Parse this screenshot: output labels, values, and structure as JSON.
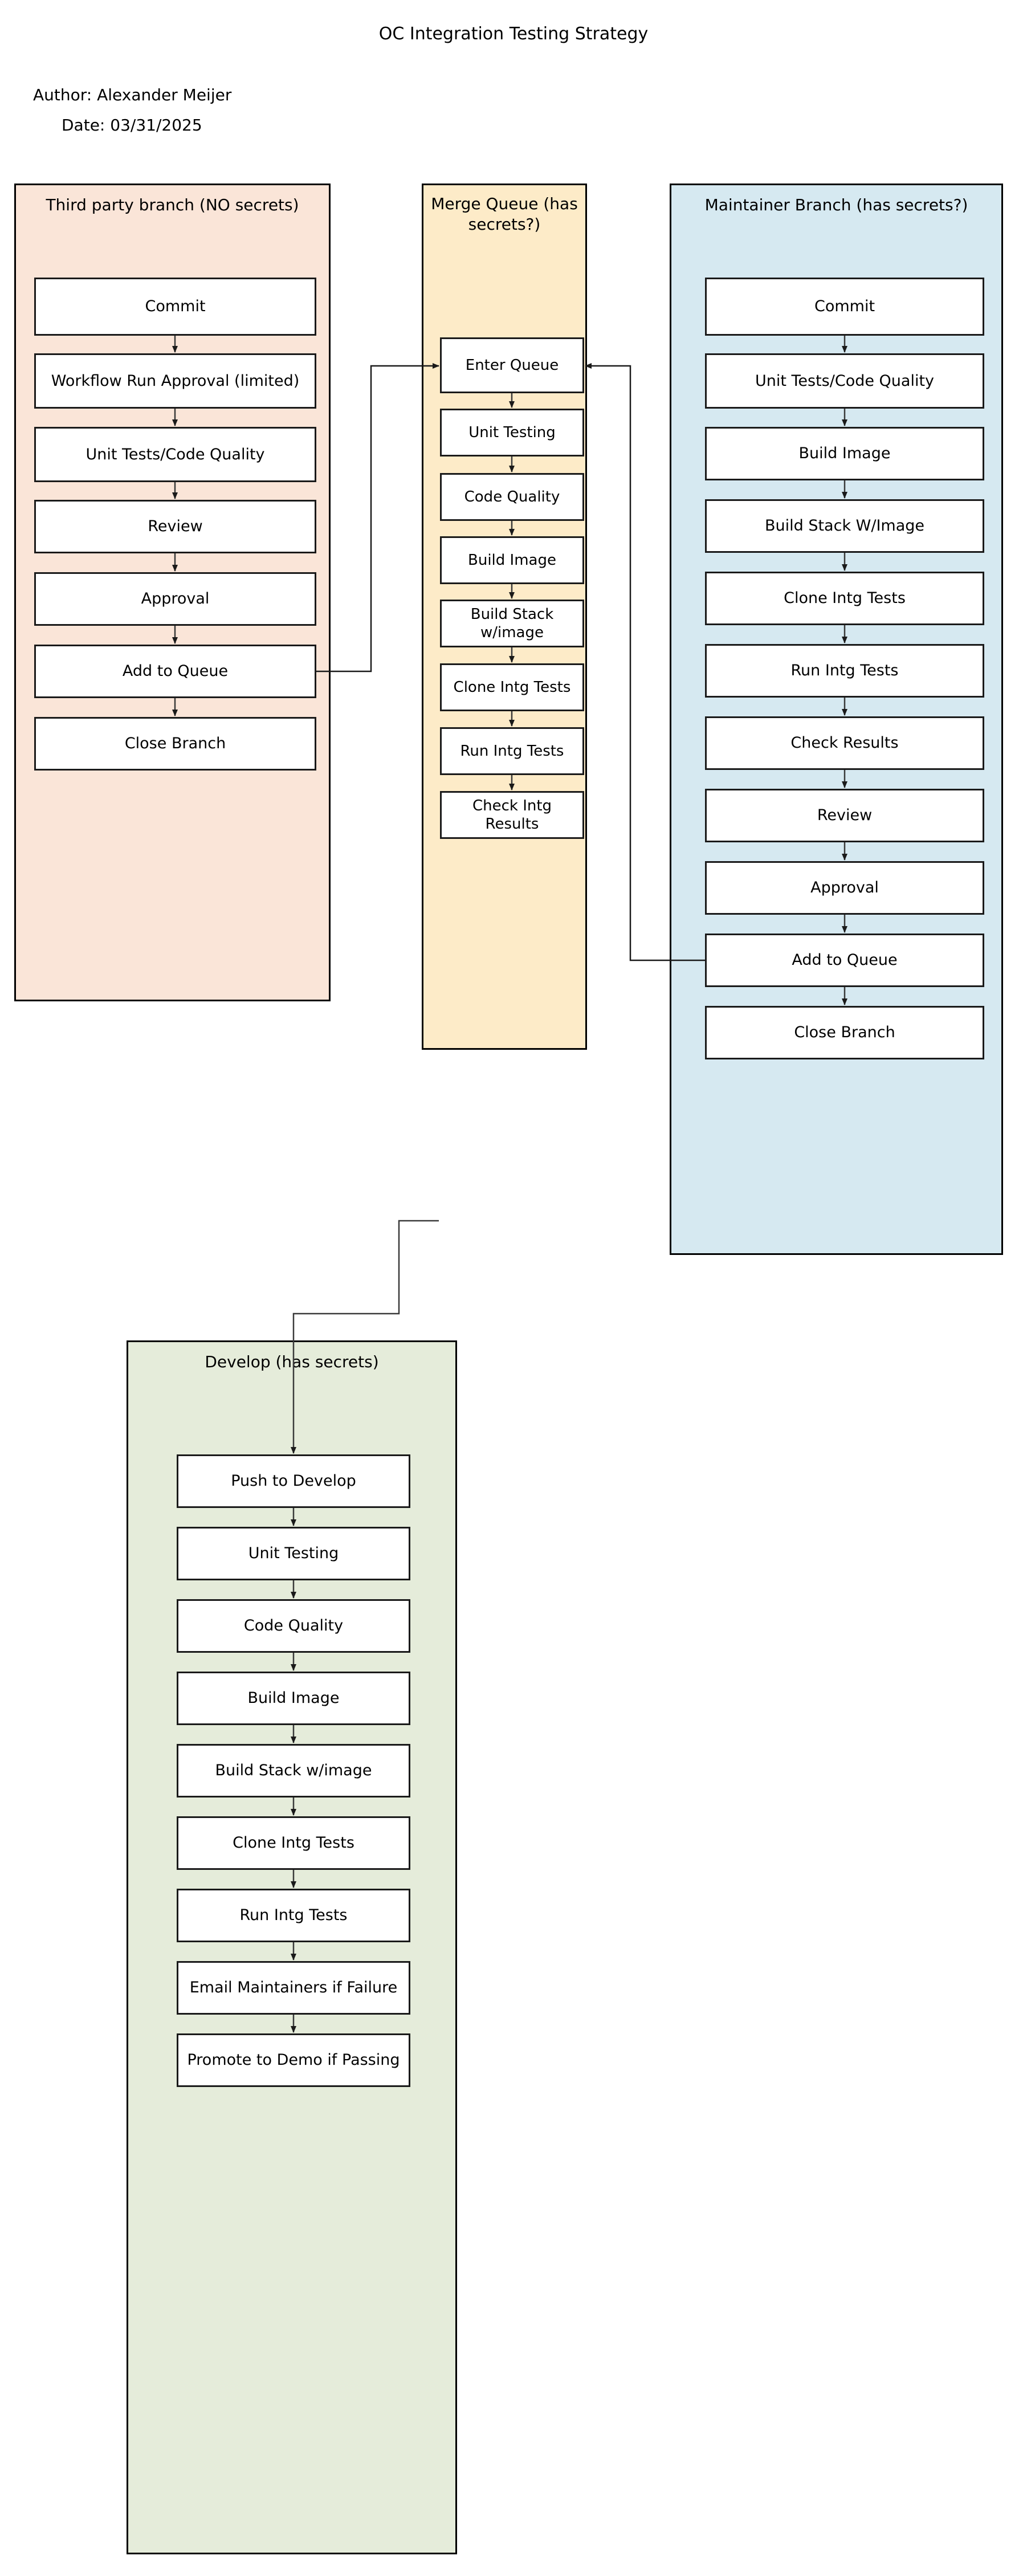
{
  "header": {
    "title": "OC Integration Testing Strategy",
    "author": "Author: Alexander Meijer",
    "date": "Date: 03/31/2025"
  },
  "colors": {
    "third_party_fill": "#fae5d8",
    "merge_queue_fill": "#fdebc8",
    "maintainer_fill": "#d6e9f1",
    "develop_fill": "#e5ecda",
    "node_fill": "#ffffff",
    "stroke": "#1a1a1a"
  },
  "lanes": [
    {
      "id": "third-party-branch",
      "title": "Third party branch (NO secrets)",
      "fill": "#fae5d8",
      "nodes": [
        "Commit",
        "Workflow Run Approval (limited)",
        "Unit Tests/Code Quality",
        "Review",
        "Approval",
        "Add to Queue",
        "Close Branch"
      ]
    },
    {
      "id": "merge-queue",
      "title": "Merge Queue (has secrets?)",
      "fill": "#fdebc8",
      "nodes": [
        "Enter Queue",
        "Unit Testing",
        "Code Quality",
        "Build Image",
        "Build Stack w/image",
        "Clone Intg Tests",
        "Run Intg Tests",
        "Check Intg Results"
      ]
    },
    {
      "id": "maintainer-branch",
      "title": "Maintainer Branch (has secrets?)",
      "fill": "#d6e9f1",
      "nodes": [
        "Commit",
        "Unit Tests/Code Quality",
        "Build Image",
        "Build Stack W/Image",
        "Clone Intg Tests",
        "Run Intg Tests",
        "Check Results",
        "Review",
        "Approval",
        "Add to Queue",
        "Close Branch"
      ]
    },
    {
      "id": "develop",
      "title": "Develop (has secrets)",
      "fill": "#e5ecda",
      "nodes": [
        "Push to Develop",
        "Unit Testing",
        "Code Quality",
        "Build Image",
        "Build Stack w/image",
        "Clone Intg Tests",
        "Run Intg Tests",
        "Email Maintainers if Failure",
        "Promote to Demo if Passing"
      ]
    }
  ],
  "cross_lane_flows": [
    {
      "from": "third-party-branch:Add to Queue",
      "to": "merge-queue:Enter Queue"
    },
    {
      "from": "maintainer-branch:Add to Queue",
      "to": "merge-queue:Enter Queue"
    },
    {
      "from": "merge-queue:Check Intg Results",
      "to": "develop:Push to Develop"
    }
  ]
}
